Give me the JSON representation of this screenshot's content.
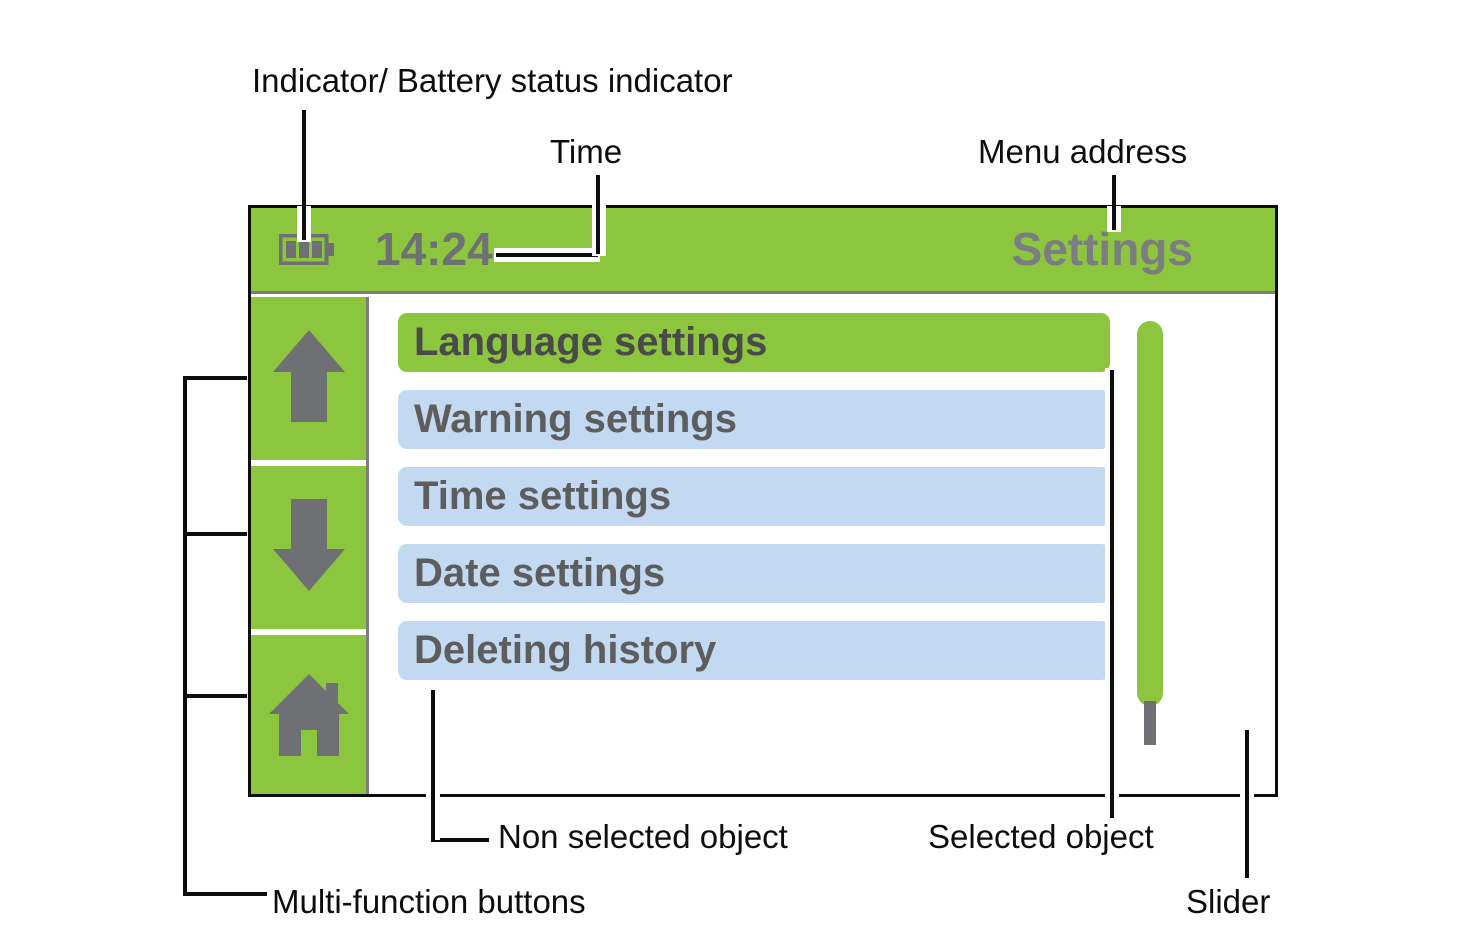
{
  "annotations": {
    "indicator": "Indicator/ Battery status indicator",
    "time": "Time",
    "menu_address": "Menu address",
    "non_selected_object": "Non selected object",
    "selected_object": "Selected object",
    "slider": "Slider",
    "multi_function_buttons": "Multi-function buttons"
  },
  "device": {
    "status_bar": {
      "battery_icon": "battery-full-icon",
      "battery_bars": 3,
      "time": "14:24",
      "title": "Settings"
    },
    "buttons": [
      {
        "name": "scroll-up",
        "icon": "arrow-up-icon"
      },
      {
        "name": "scroll-down",
        "icon": "arrow-down-icon"
      },
      {
        "name": "home",
        "icon": "home-icon"
      }
    ],
    "menu_items": [
      {
        "label": "Language settings",
        "selected": true
      },
      {
        "label": "Warning settings",
        "selected": false
      },
      {
        "label": "Time settings",
        "selected": false
      },
      {
        "label": "Date settings",
        "selected": false
      },
      {
        "label": "Deleting history",
        "selected": false
      }
    ],
    "slider": {
      "name": "scrollbar-slider",
      "fill_percent": 88
    }
  },
  "colors": {
    "green": "#8CC63F",
    "light_blue": "#C3D9F2",
    "gray_text": "#5d5d5d",
    "gray_icon": "#6e7073",
    "black": "#0d0d0d"
  }
}
